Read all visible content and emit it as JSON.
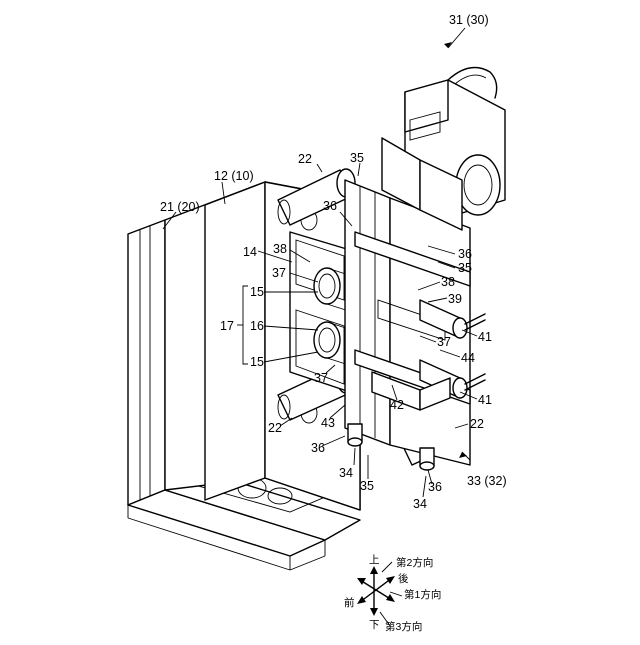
{
  "labels": {
    "l31": "31 (30)",
    "l22a": "22",
    "l35a": "35",
    "l12": "12 (10)",
    "l21": "21 (20)",
    "l36a": "36",
    "l14": "14",
    "l38a": "38",
    "l36b": "36",
    "l35b": "35",
    "l37a": "37",
    "l38b": "38",
    "l15a": "15",
    "l39": "39",
    "l17": "17",
    "l16": "16",
    "l41a": "41",
    "l37b": "37",
    "l15b": "15",
    "l44": "44",
    "l37c": "37",
    "l41b": "41",
    "l42": "42",
    "l43": "43",
    "l22b": "22",
    "l22c": "22",
    "l36c": "36",
    "l34a": "34",
    "l35c": "35",
    "l33": "33 (32)",
    "l36d": "36",
    "l34b": "34"
  },
  "directions": {
    "up": "上",
    "down": "下",
    "front": "前",
    "back": "後",
    "second": "第2方向",
    "first": "第1方向",
    "third": "第3方向"
  }
}
